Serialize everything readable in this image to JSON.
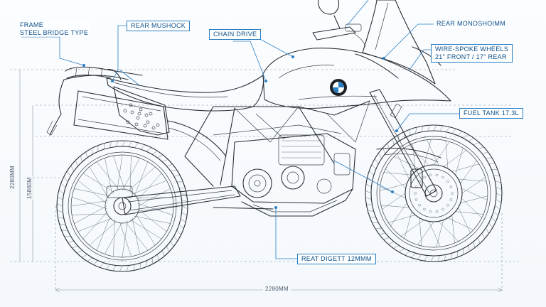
{
  "labels": {
    "frame_line1": "FRAME",
    "frame_line2": "STEEL BRIDGE TYPE",
    "rear_mushock": "REAR MUSHOCK",
    "chain_drive": "CHAIN DRIVE",
    "rear_monoshock": "REAR MONOSHOIMM",
    "wheels_line1": "WIRE-SPOKE WHEELS",
    "wheels_line2": "21\" FRONT / 17\" REAR",
    "fuel_tank": "FUEL TANK 17.3L",
    "seat_height": "REAT DIGETT 12MMM"
  },
  "dimensions": {
    "overall_length": "2280MM",
    "height_outer": "2280MM",
    "height_inner": "15860M"
  },
  "colors": {
    "accent": "#2a7fc4",
    "callout_text": "#0a4f8a",
    "line": "#2b2f36",
    "dimension": "#8a949f"
  },
  "icons": {
    "brand": "roundel-logo-icon"
  }
}
